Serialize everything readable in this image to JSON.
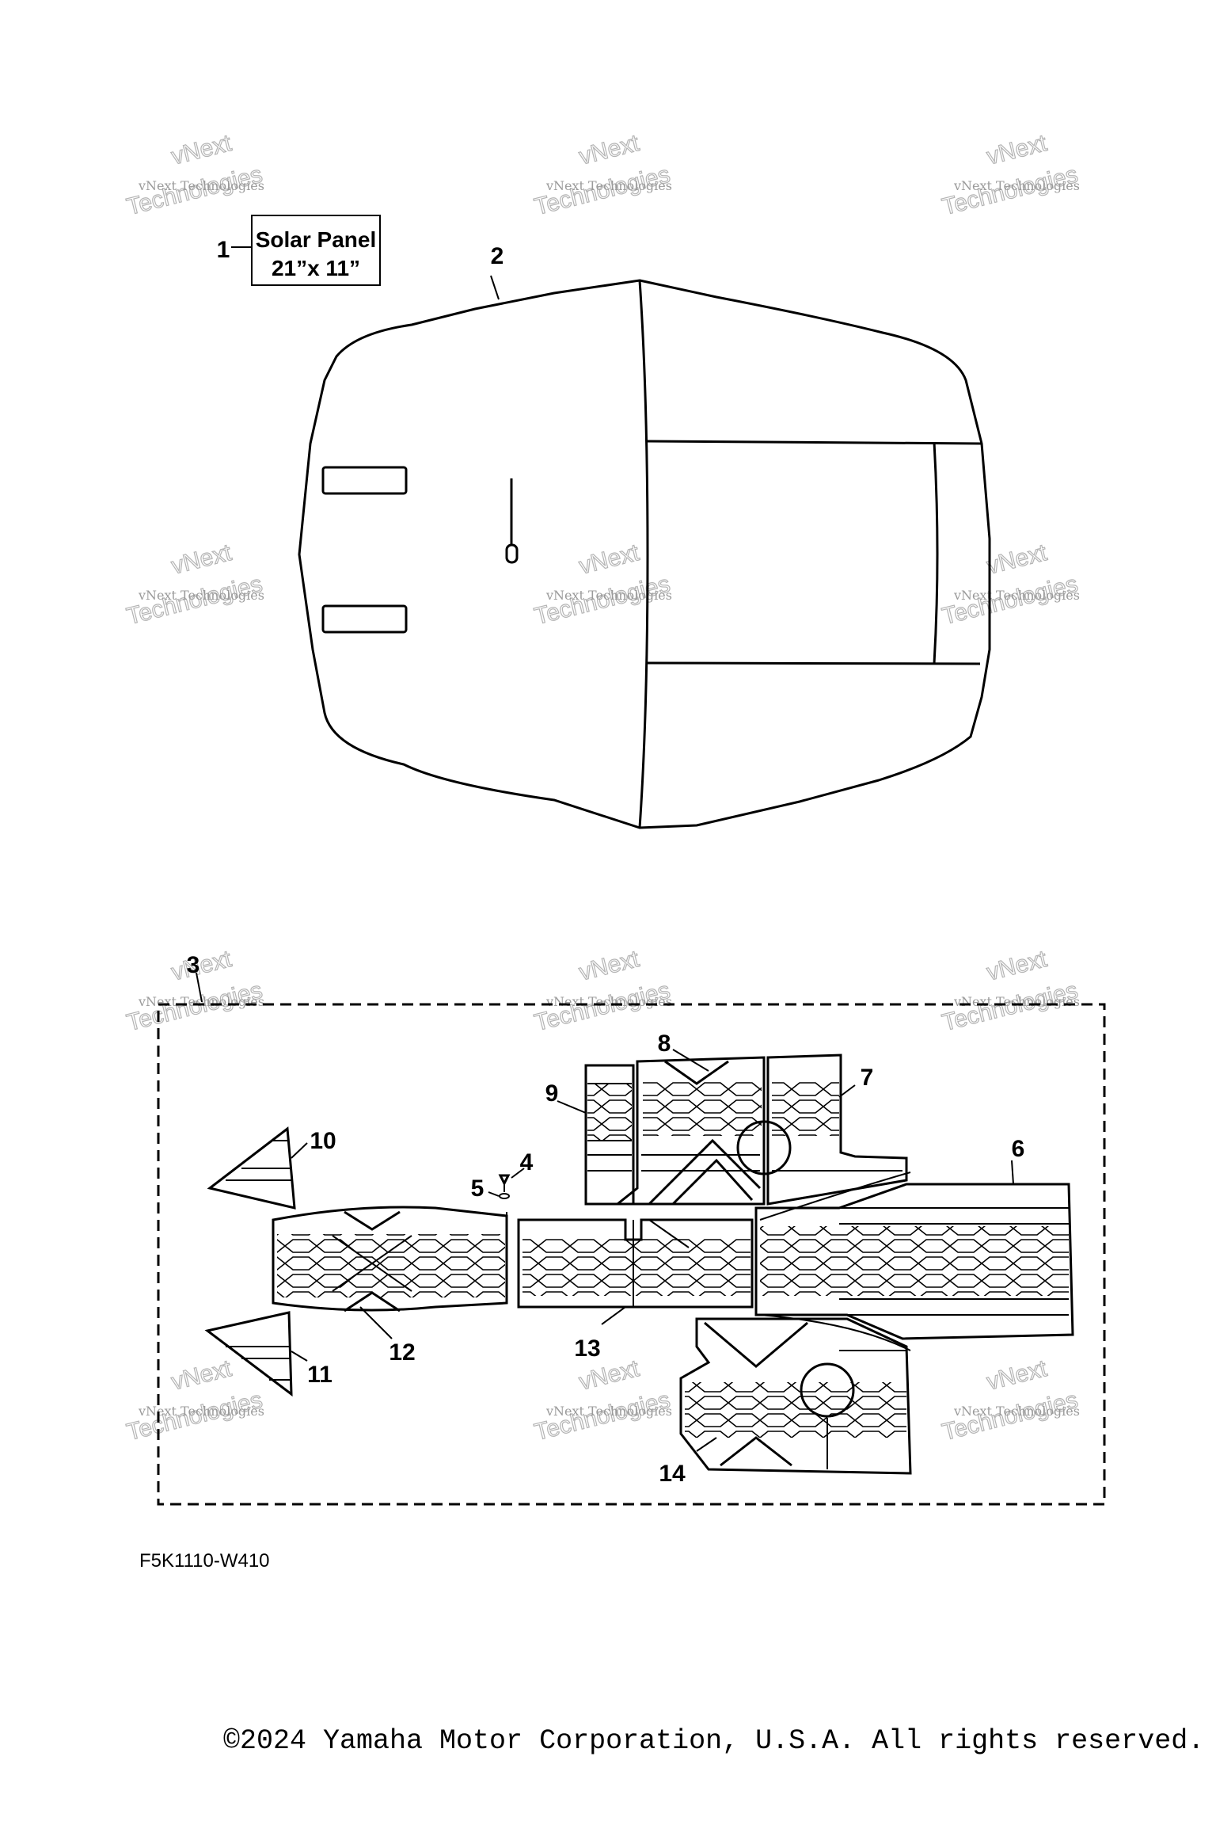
{
  "diagram": {
    "callouts": [
      "1",
      "2",
      "3",
      "4",
      "5",
      "6",
      "7",
      "8",
      "9",
      "10",
      "11",
      "12",
      "13",
      "14"
    ],
    "solar_panel_label": "Solar Panel",
    "solar_panel_size": "21”x 11”",
    "drawing_code": "F5K1110-W410",
    "watermark_line1": "vNext Technologies",
    "watermark_line2": "vNext",
    "watermark_line3": "Technologies"
  },
  "footer": {
    "copyright": "©2024 Yamaha Motor Corporation, U.S.A. All rights reserved."
  }
}
